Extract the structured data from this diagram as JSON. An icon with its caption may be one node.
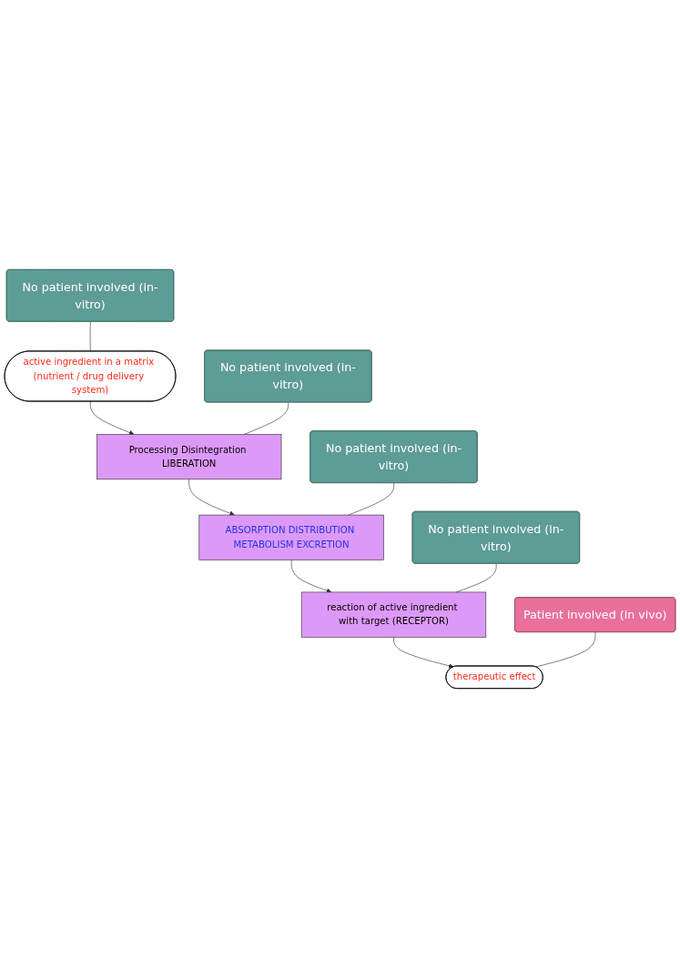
{
  "diagram": {
    "nodes": [
      {
        "text": [
          "No patient involved (in-vitro)"
        ]
      },
      {
        "text": [
          "active ingredient in a matrix (nutrient / drug delivery system)"
        ]
      },
      {
        "text": [
          "No patient involved (in-vitro)"
        ]
      },
      {
        "text": [
          "Processing Disintegration LIBERATION"
        ]
      },
      {
        "text": [
          "No patient involved (in-vitro)"
        ]
      },
      {
        "text": [
          "ABSORPTION DISTRIBUTION METABOLISM EXCRETION"
        ]
      },
      {
        "text": [
          "No patient involved (in-vitro)"
        ]
      },
      {
        "text": [
          "reaction of active ingredient with target (RECEPTOR)"
        ]
      },
      {
        "text": [
          "Patient involved (in vivo)"
        ]
      },
      {
        "text": [
          "therapeutic effect"
        ]
      }
    ],
    "edges": [
      {
        "from": 0,
        "to": 1,
        "arrow": "none"
      },
      {
        "from": 1,
        "to": 3,
        "arrow": "to"
      },
      {
        "from": 2,
        "to": 3,
        "arrow": "none"
      },
      {
        "from": 3,
        "to": 5,
        "arrow": "to"
      },
      {
        "from": 4,
        "to": 5,
        "arrow": "none"
      },
      {
        "from": 5,
        "to": 7,
        "arrow": "to"
      },
      {
        "from": 6,
        "to": 7,
        "arrow": "none"
      },
      {
        "from": 7,
        "to": 9,
        "arrow": "to"
      },
      {
        "from": 8,
        "to": 9,
        "arrow": "none"
      }
    ]
  }
}
